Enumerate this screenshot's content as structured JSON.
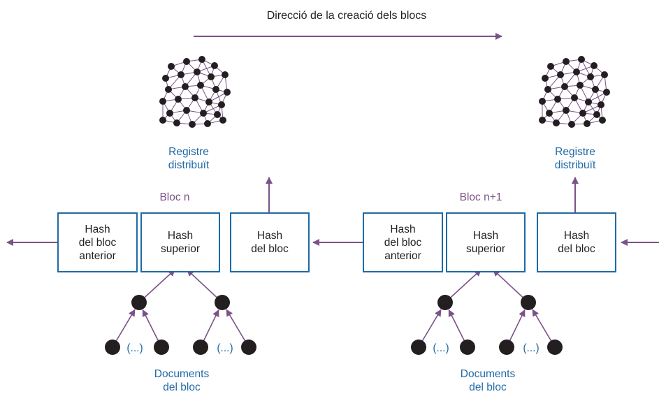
{
  "title": "Direcció de la creació dels blocs",
  "blocks": [
    {
      "label": "Bloc n",
      "prev_hash": "Hash\ndel bloc\nanterior",
      "top_hash": "Hash\nsuperior",
      "block_hash": "Hash\ndel bloc",
      "ledger": "Registre\ndistribuït",
      "ellipsis_left": "(...)",
      "ellipsis_right": "(...)",
      "documents": "Documents\ndel bloc"
    },
    {
      "label": "Bloc n+1",
      "prev_hash": "Hash\ndel bloc\nanterior",
      "top_hash": "Hash\nsuperior",
      "block_hash": "Hash\ndel bloc",
      "ledger": "Registre\ndistribuït",
      "ellipsis_left": "(...)",
      "ellipsis_right": "(...)",
      "documents": "Documents\ndel bloc"
    }
  ],
  "colors": {
    "arrow": "#7a5288",
    "box": "#1f6aa5",
    "label_blue": "#1f6aa5",
    "node": "#231f20"
  }
}
